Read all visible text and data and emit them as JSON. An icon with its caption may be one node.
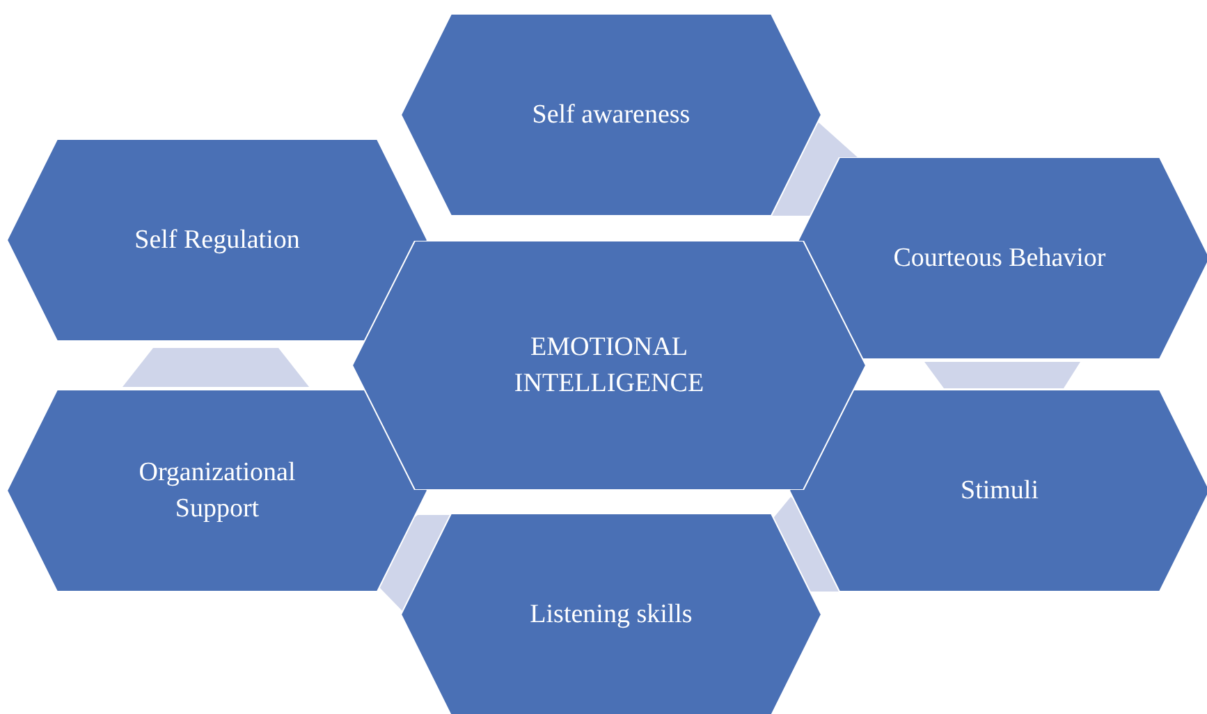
{
  "diagram": {
    "nodes": [
      {
        "text": [
          "Self awareness"
        ]
      },
      {
        "text": [
          "Courteous Behavior"
        ]
      },
      {
        "text": [
          "Stimuli"
        ]
      },
      {
        "text": [
          "Listening skills"
        ]
      },
      {
        "text": [
          "Organizational Support"
        ]
      },
      {
        "text": [
          "Self Regulation"
        ]
      },
      {
        "text": [
          "EMOTIONAL INTELLIGENCE"
        ]
      }
    ],
    "edges": [
      {
        "from": 0,
        "to": 1,
        "arrow": "none"
      },
      {
        "from": 1,
        "to": 2,
        "arrow": "none"
      },
      {
        "from": 2,
        "to": 3,
        "arrow": "none"
      },
      {
        "from": 3,
        "to": 4,
        "arrow": "none"
      },
      {
        "from": 4,
        "to": 5,
        "arrow": "none"
      }
    ]
  }
}
